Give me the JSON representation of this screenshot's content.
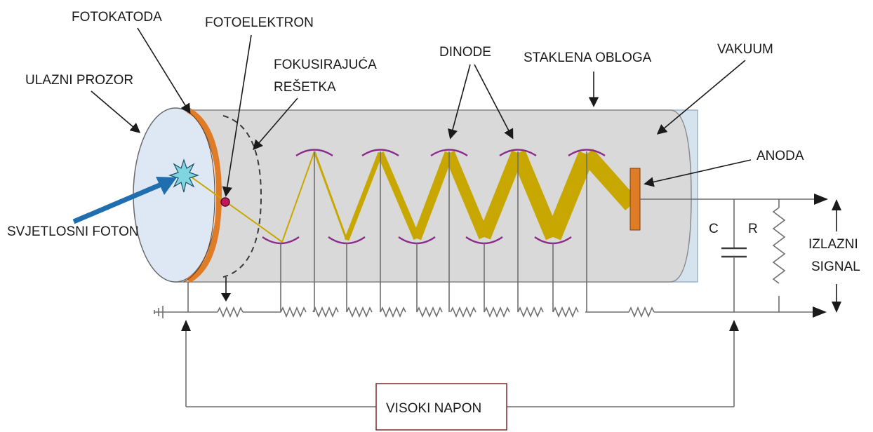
{
  "labels": {
    "fotokatoda": "FOTOKATODA",
    "fotoelektron": "FOTOELEKTRON",
    "ulazni_prozor": "ULAZNI PROZOR",
    "fokusirajuca_1": "FOKUSIRAJUĆA",
    "fokusirajuca_2": "REŠETKA",
    "dinode": "DINODE",
    "staklena_obloga": "STAKLENA OBLOGA",
    "vakuum": "VAKUUM",
    "anoda": "ANODA",
    "svjetlosni_foton": "SVJETLOSNI FOTON",
    "c": "C",
    "r": "R",
    "izlazni_1": "IZLAZNI",
    "izlazni_2": "SIGNAL",
    "visoki_napon": "VISOKI NAPON"
  },
  "colors": {
    "tube_fill": "#d9d9d9",
    "glass_fill": "#d5e3ee",
    "window_fill": "#dde8f4",
    "photocathode": "#e07b26",
    "electron_path": "#c8a800",
    "dynode": "#8b2d8b",
    "anode": "#e07b26",
    "photon_arrow": "#1f6fb0",
    "supply_box_border": "#7a2a2a"
  },
  "icons": {
    "photon_flash": "starburst-icon",
    "photoelectron": "dot-icon",
    "ground": "ground-icon"
  }
}
